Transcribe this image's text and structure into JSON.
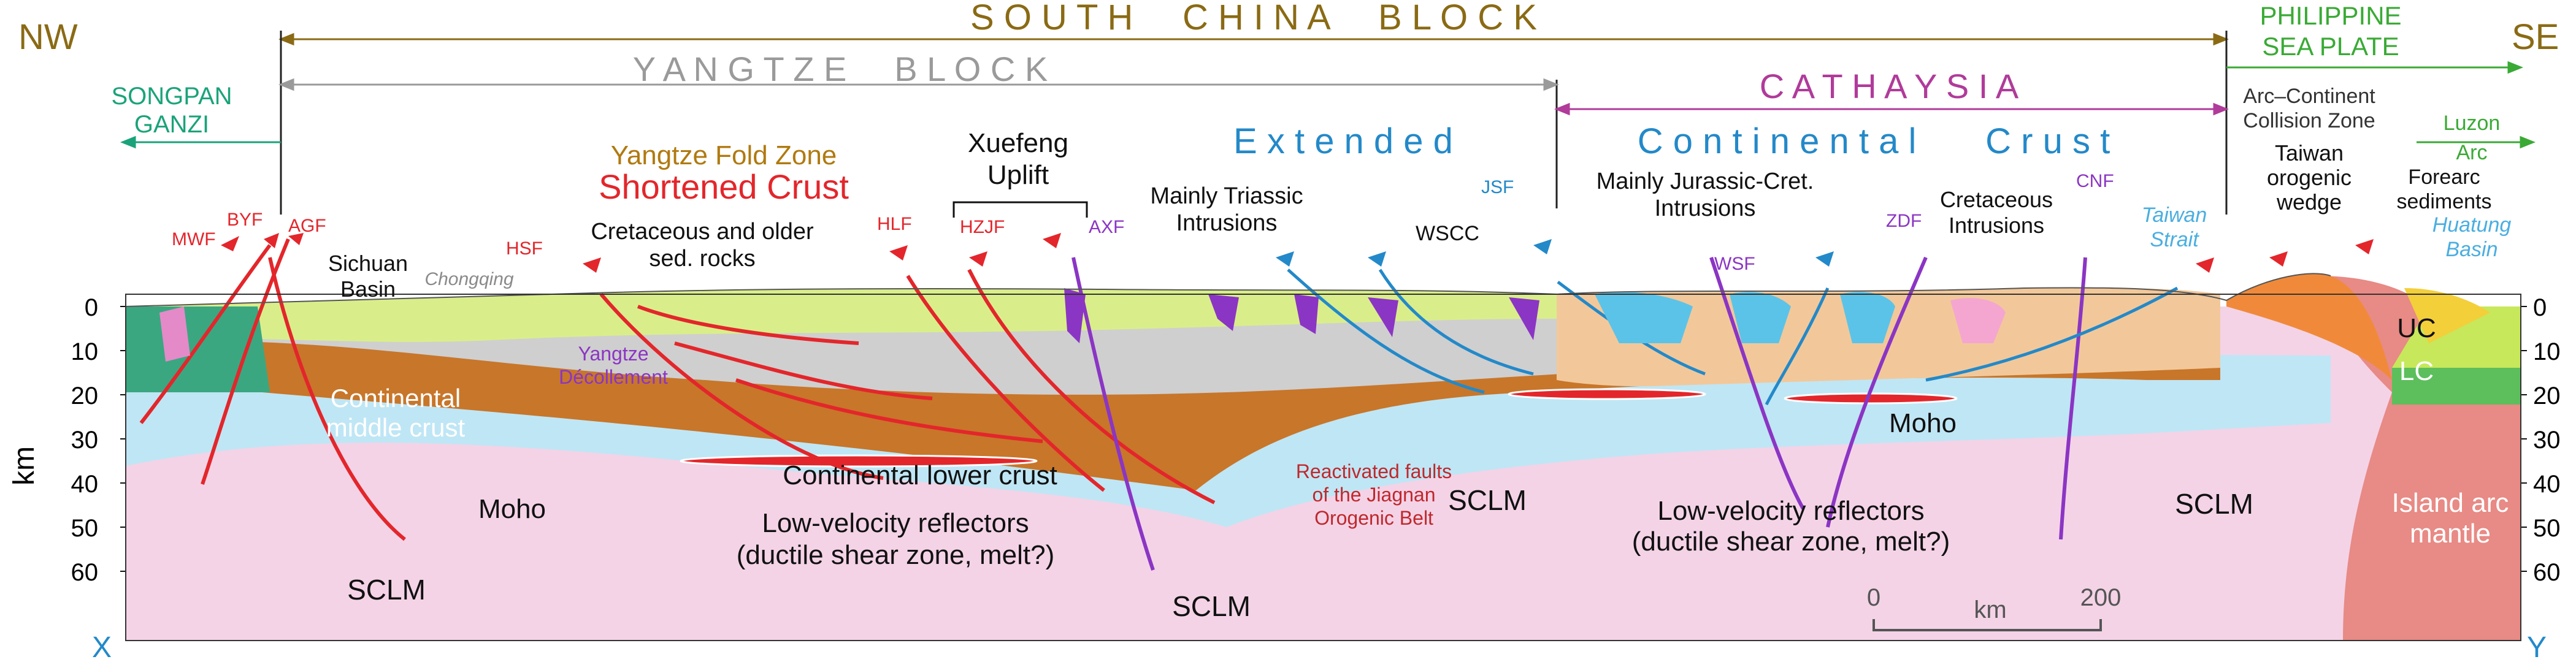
{
  "headers": {
    "nw": "NW",
    "se": "SE",
    "south_china_block": "S O U T H     C H I N A     B L O C K",
    "yangtze_block": "Y A N G T Z E     B L O C K",
    "cathaysia": "C A T H A Y S I A",
    "philippine_sea_plate_1": "PHILIPPINE",
    "philippine_sea_plate_2": "SEA PLATE",
    "songpan_1": "SONGPAN",
    "songpan_2": "GANZI",
    "extended": "E x t e n d e d",
    "continental_crust": "C o n t i n e n t a l       C r u s t",
    "yangtze_fold_zone": "Yangtze Fold Zone",
    "shortened_crust": "Shortened Crust",
    "xuefeng_1": "Xuefeng",
    "xuefeng_2": "Uplift"
  },
  "labels": {
    "arc_continent_1": "Arc–Continent",
    "arc_continent_2": "Collision Zone",
    "taiwan_wedge_1": "Taiwan",
    "taiwan_wedge_2": "orogenic",
    "taiwan_wedge_3": "wedge",
    "luzon_1": "Luzon",
    "luzon_2": "Arc",
    "forearc_1": "Forearc",
    "forearc_2": "sediments",
    "huatung_1": "Huatung",
    "huatung_2": "Basin",
    "taiwan_strait_1": "Taiwan",
    "taiwan_strait_2": "Strait",
    "sichuan_1": "Sichuan",
    "sichuan_2": "Basin",
    "chongqing": "Chongqing",
    "cretaceous_older_1": "Cretaceous and older",
    "cretaceous_older_2": "sed. rocks",
    "triassic_1": "Mainly Triassic",
    "triassic_2": "Intrusions",
    "wscc": "WSCC",
    "jurassic_1": "Mainly Jurassic-Cret.",
    "jurassic_2": "Intrusions",
    "cretaceous_intr_1": "Cretaceous",
    "cretaceous_intr_2": "Intrusions",
    "yangtze_decollement_1": "Yangtze",
    "yangtze_decollement_2": "Décollement",
    "continental_middle_1": "Continental",
    "continental_middle_2": "middle crust",
    "continental_lower": "Continental lower crust",
    "low_velocity_1": "Low-velocity reflectors",
    "low_velocity_2": "(ductile shear zone, melt?)",
    "low_velocity_b_1": "Low-velocity reflectors",
    "low_velocity_b_2": "(ductile shear zone, melt?)",
    "reactivated_1": "Reactivated faults",
    "reactivated_2": "of the Jiagnan",
    "reactivated_3": "Orogenic Belt",
    "moho_left": "Moho",
    "moho_right": "Moho",
    "sclm_1": "SCLM",
    "sclm_2": "SCLM",
    "sclm_3": "SCLM",
    "sclm_4": "SCLM",
    "island_arc_1": "Island arc",
    "island_arc_2": "mantle",
    "uc": "UC",
    "lc": "LC",
    "x_label": "X",
    "y_label": "Y",
    "km_axis": "km"
  },
  "faults": {
    "mwf": "MWF",
    "byf": "BYF",
    "agf": "AGF",
    "hsf": "HSF",
    "hlf": "HLF",
    "hzjf": "HZJF",
    "axf": "AXF",
    "jsf": "JSF",
    "wsf": "WSF",
    "zdf": "ZDF",
    "cnf": "CNF"
  },
  "depth_ticks": [
    "0",
    "10",
    "20",
    "30",
    "40",
    "50",
    "60"
  ],
  "right_ticks": [
    "0",
    "10",
    "20",
    "30",
    "40",
    "50",
    "60"
  ],
  "scale_bar": {
    "start": "0",
    "unit": "km",
    "end": "200"
  },
  "colors": {
    "header_brown": "#8a6a14",
    "yangtze_gray": "#9a9a9a",
    "cathaysia_magenta": "#b03b9a",
    "philippine_green": "#3aaa35",
    "songpan_teal": "#1aa37a",
    "extended_blue": "#2389c9",
    "fault_red": "#e3262b",
    "purple": "#8b35c4",
    "sclm_pink": "#f4d3e7",
    "mantle_blue": "#bfe6f5",
    "lower_crust_brown": "#c8762a",
    "middle_gray": "#cfcfcf",
    "upper_green": "#d9ee8a",
    "cathaysia_tan": "#f2c89a",
    "island_arc_red": "#e88a85",
    "lc_green": "#5cbf5c",
    "uc_yellowgreen": "#c7e85a"
  }
}
